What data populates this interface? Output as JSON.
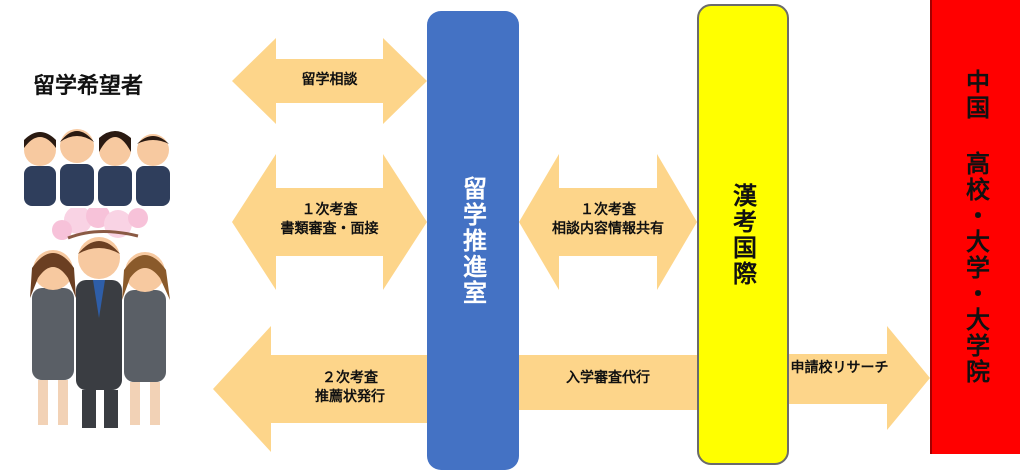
{
  "applicants": {
    "title": "留学希望者"
  },
  "arrows": {
    "consultation": "留学相談",
    "first_review_line1": "１次考査",
    "first_review_line2": "書類審査・面接",
    "share_line1": "１次考査",
    "share_line2": "相談内容情報共有",
    "second_review_line1": "２次考査",
    "second_review_line2": "推薦状発行",
    "admission": "入学審査代行",
    "research": "申請校リサーチ"
  },
  "pillars": {
    "office": "留学推進室",
    "kanko": "漢考国際",
    "china": "中国 高校・大学・大学院"
  },
  "colors": {
    "arrow_fill": "#fdd58a",
    "office_blue": "#4472c4",
    "kanko_yellow": "#ffff00",
    "china_red": "#ff0000"
  }
}
